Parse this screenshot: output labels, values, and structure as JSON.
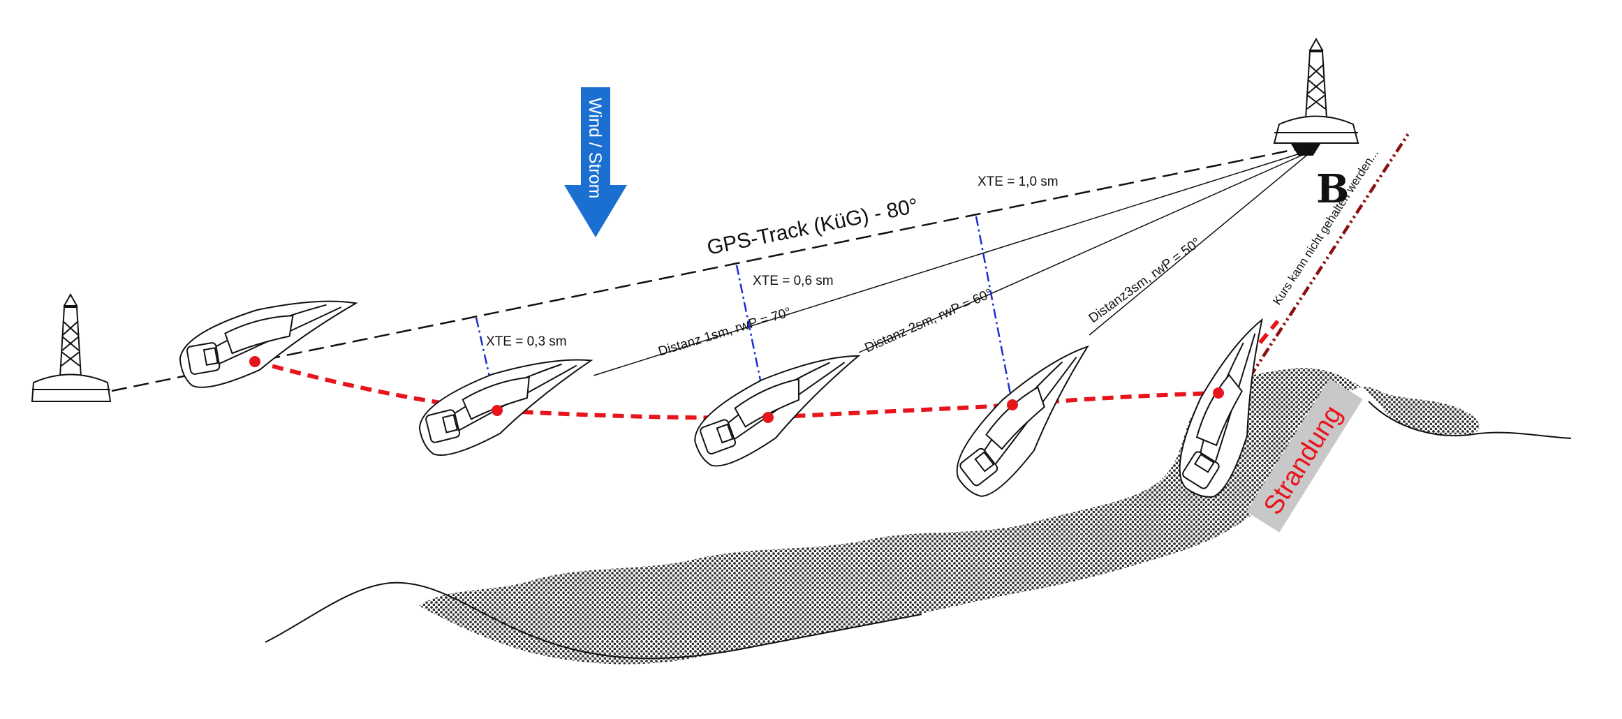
{
  "wind": {
    "label": "Wind / Strom",
    "color": "#1a6fd0"
  },
  "track": {
    "label": "GPS-Track (KüG) - 80°"
  },
  "xte": [
    "XTE = 0,3 sm",
    "XTE = 0,6 sm",
    "XTE = 1,0 sm"
  ],
  "distances": [
    "Distanz 1sm, rwP = 70°",
    "Distanz 2sm, rwP = 60°",
    "Distanz3sm, rwP = 50°"
  ],
  "course_note": "Kurs kann nicht gehalten werden...",
  "grounding": {
    "label": "Strandung",
    "color": "#e8141c"
  },
  "waypoint_b": "B",
  "colors": {
    "drift_path": "#e8141c",
    "xte_line": "#1a2fd0",
    "course_line": "#8b1010",
    "shoal": "#555555"
  }
}
